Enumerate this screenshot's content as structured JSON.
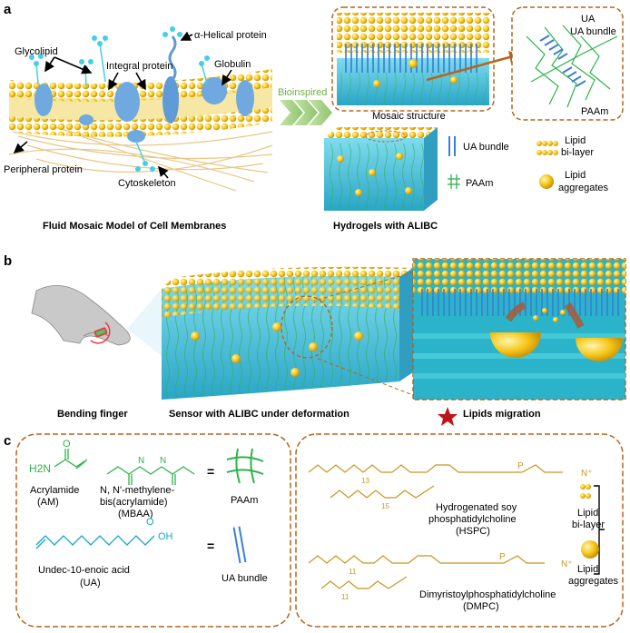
{
  "panels": {
    "a": "a",
    "b": "b",
    "c": "c"
  },
  "panel_a": {
    "glycolipid": "Glycolipid",
    "alpha_helical": "α-Helical protein",
    "integral": "Integral protein",
    "globulin": "Globulin",
    "peripheral": "Peripheral protein",
    "cytoskeleton": "Cytoskeleton",
    "arrow_label": "Bioinspired",
    "mosaic": "Mosaic structure",
    "ua_bundle_inset": "UA bundle",
    "paam_inset": "PAAm",
    "legend_ua": "UA bundle",
    "legend_lipid_1": "Lipid",
    "legend_lipid_2": "bi-layer",
    "legend_paam": "PAAm",
    "legend_agg_1": "Lipid",
    "legend_agg_2": "aggregates",
    "caption_left": "Fluid Mosaic Model of Cell Membranes",
    "caption_right": "Hydrogels with ALIBC"
  },
  "panel_b": {
    "finger": "Bending finger",
    "sensor": "Sensor with ALIBC under deformation",
    "migration": "Lipids migration"
  },
  "panel_c": {
    "am_formula": "H2N",
    "am_name_1": "Acrylamide",
    "am_name_2": "(AM)",
    "mbaa_name_1": "N, N'-methylene-",
    "mbaa_name_2": "bis(acrylamide)",
    "mbaa_name_3": "(MBAA)",
    "paam": "PAAm",
    "ua_name": "Undec-10-enoic acid",
    "ua_abbr": "(UA)",
    "ua_bundle": "UA bundle",
    "hspc_1": "Hydrogenated soy",
    "hspc_2": "phosphatidylcholine",
    "hspc_3": "(HSPC)",
    "dmpc_1": "Dimyristoylphosphatidylcholine",
    "dmpc_2": "(DMPC)",
    "lipid_bilayer_1": "Lipid",
    "lipid_bilayer_2": "bi-layer",
    "lipid_agg_1": "Lipid",
    "lipid_agg_2": "aggregates",
    "sub_13": "13",
    "sub_15": "15",
    "sub_11a": "11",
    "sub_11b": "11",
    "oh": "OH",
    "equals": "="
  },
  "colors": {
    "lipid": "#f5c518",
    "ua": "#3a7fd5",
    "paam": "#2db34a",
    "hydrogel": "#56c8e0",
    "box_border": "#b5651d",
    "chem_lipid": "#c8961e",
    "arrow_green": "#8fc46a",
    "star": "#c0141b"
  }
}
